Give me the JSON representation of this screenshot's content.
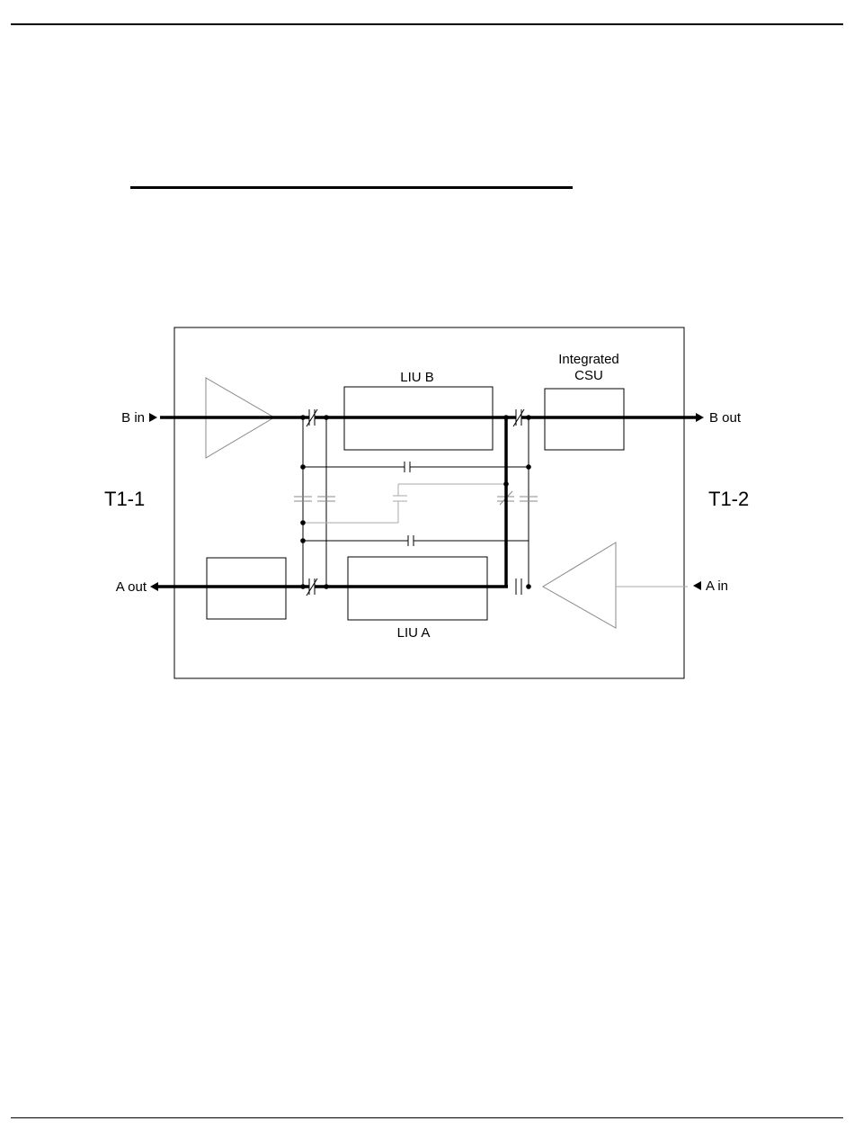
{
  "diagram": {
    "left_port": "T1-1",
    "right_port": "T1-2",
    "liu_b": "LIU B",
    "liu_a": "LIU A",
    "csu_line1": "Integrated",
    "csu_line2": "CSU",
    "b_in": "B in",
    "b_out": "B out",
    "a_in": "A in",
    "a_out": "A out"
  },
  "colors": {
    "line": "#000000",
    "faint": "#9a9a9a",
    "background": "#ffffff"
  }
}
